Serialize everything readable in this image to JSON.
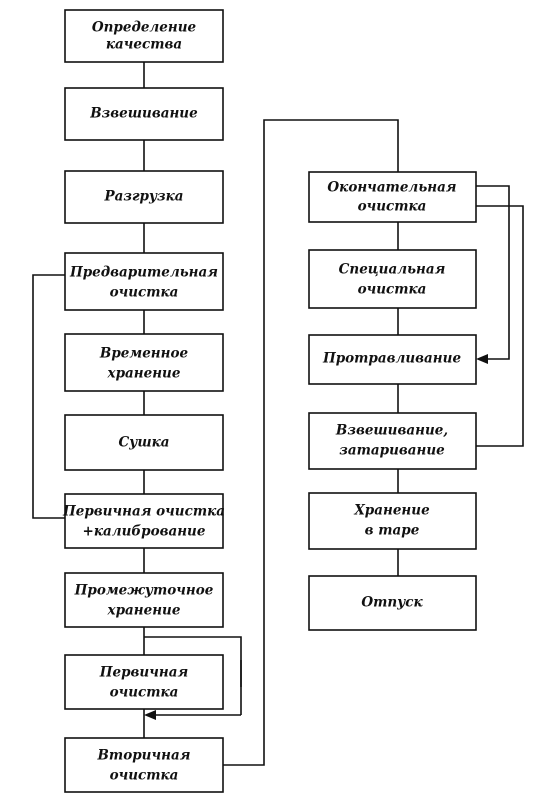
{
  "diagram": {
    "left_column": [
      {
        "id": "quality",
        "lines": [
          "Определение",
          "качества"
        ]
      },
      {
        "id": "weighing",
        "lines": [
          "Взвешивание"
        ]
      },
      {
        "id": "unloading",
        "lines": [
          "Разгрузка"
        ]
      },
      {
        "id": "pre-cleaning",
        "lines": [
          "Предварительная",
          "очистка"
        ]
      },
      {
        "id": "temp-storage",
        "lines": [
          "Временное",
          "хранение"
        ]
      },
      {
        "id": "drying",
        "lines": [
          "Сушка"
        ]
      },
      {
        "id": "primary-cleaning-calibration",
        "lines": [
          "Первичная очистка",
          "+калибрование"
        ]
      },
      {
        "id": "intermediate-storage",
        "lines": [
          "Промежуточное",
          "хранение"
        ]
      },
      {
        "id": "primary-cleaning",
        "lines": [
          "Первичная",
          "очистка"
        ]
      },
      {
        "id": "secondary-cleaning",
        "lines": [
          "Вторичная",
          "очистка"
        ]
      }
    ],
    "right_column": [
      {
        "id": "final-cleaning",
        "lines": [
          "Окончательная",
          "очистка"
        ]
      },
      {
        "id": "special-cleaning",
        "lines": [
          "Специальная",
          "очистка"
        ]
      },
      {
        "id": "dressing",
        "lines": [
          "Протравливание"
        ]
      },
      {
        "id": "weighing-packing",
        "lines": [
          "Взвешивание,",
          "затаривание"
        ]
      },
      {
        "id": "storage-in-containers",
        "lines": [
          "Хранение",
          "в таре"
        ]
      },
      {
        "id": "dispatch",
        "lines": [
          "Отпуск"
        ]
      }
    ]
  }
}
